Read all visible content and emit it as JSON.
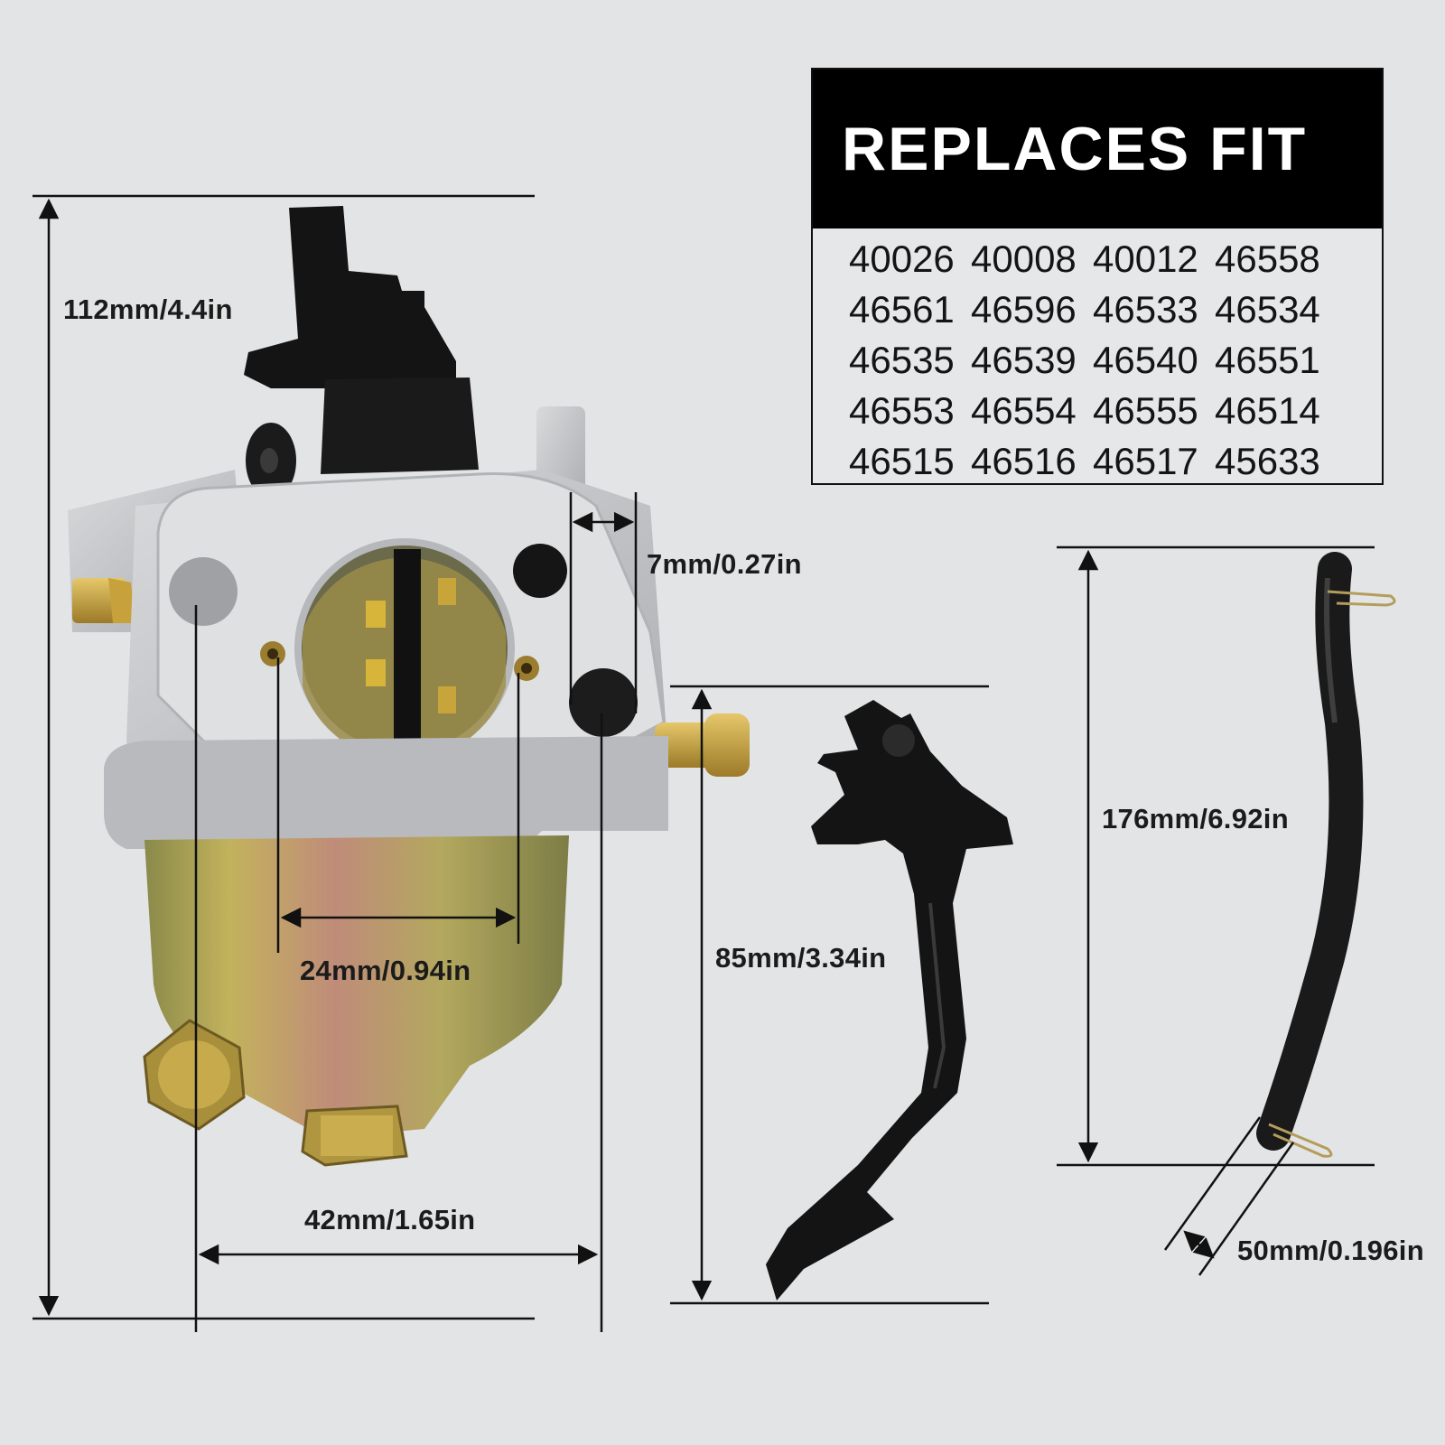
{
  "replaces": {
    "title": "REPLACES FIT",
    "part_numbers": [
      "40026",
      "40008",
      "40012",
      "46558",
      "46561",
      "46596",
      "46533",
      "46534",
      "46535",
      "46539",
      "46540",
      "46551",
      "46553",
      "46554",
      "46555",
      "46514",
      "46515",
      "46516",
      "46517",
      "45633"
    ]
  },
  "dimensions": {
    "carb_height": "112mm/4.4in",
    "flange_thickness": "7mm/0.27in",
    "inner_width": "24mm/0.94in",
    "bolt_spacing": "42mm/1.65in",
    "lever_height": "85mm/3.34in",
    "hose_length": "176mm/6.92in",
    "hose_diameter": "50mm/0.196in"
  },
  "colors": {
    "background": "#e3e4e6",
    "header_bg": "#000000",
    "dimension_line": "#111111",
    "aluminum": "#c9cacc",
    "brass_bowl": "#b8a15a",
    "plastic_black": "#111111"
  }
}
